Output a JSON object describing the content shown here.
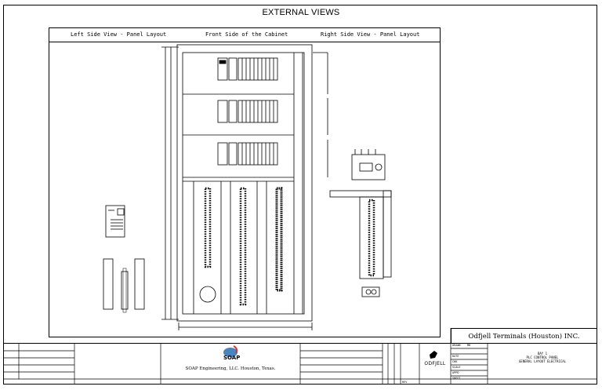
{
  "sheet": {
    "title": "EXTERNAL VIEWS",
    "views": {
      "left": "Left Side View - Panel Layout",
      "front": "Front Side of the Cabinet",
      "right": "Right Side View - Panel Layout"
    }
  },
  "title_block": {
    "company": "Odfjell Terminals (Houston) INC.",
    "engineering_firm": "SOAP Engineering, LLC. Houston, Texas.",
    "logo_text": "SOAP",
    "client_logo": "ODFJELL",
    "description_lines": [
      "BAY 1",
      "PLC CONTROL PANEL",
      "GENERAL LAYOUT ELECTRICAL"
    ],
    "field_labels": {
      "drawn": "DRAWN",
      "date": "DATE",
      "checked": "CHK",
      "scale": "SCALE",
      "approved": "APPD",
      "sheet": "SHEET",
      "rev": "REV"
    },
    "drawn_by": "MB"
  },
  "icons": {
    "soap_logo": "soap-logo-icon",
    "odfjell_logo": "odfjell-logo-icon"
  },
  "colors": {
    "ink": "#000000",
    "paper": "#ffffff",
    "logo_red": "#d9342b",
    "logo_blue": "#2a6fb3"
  }
}
